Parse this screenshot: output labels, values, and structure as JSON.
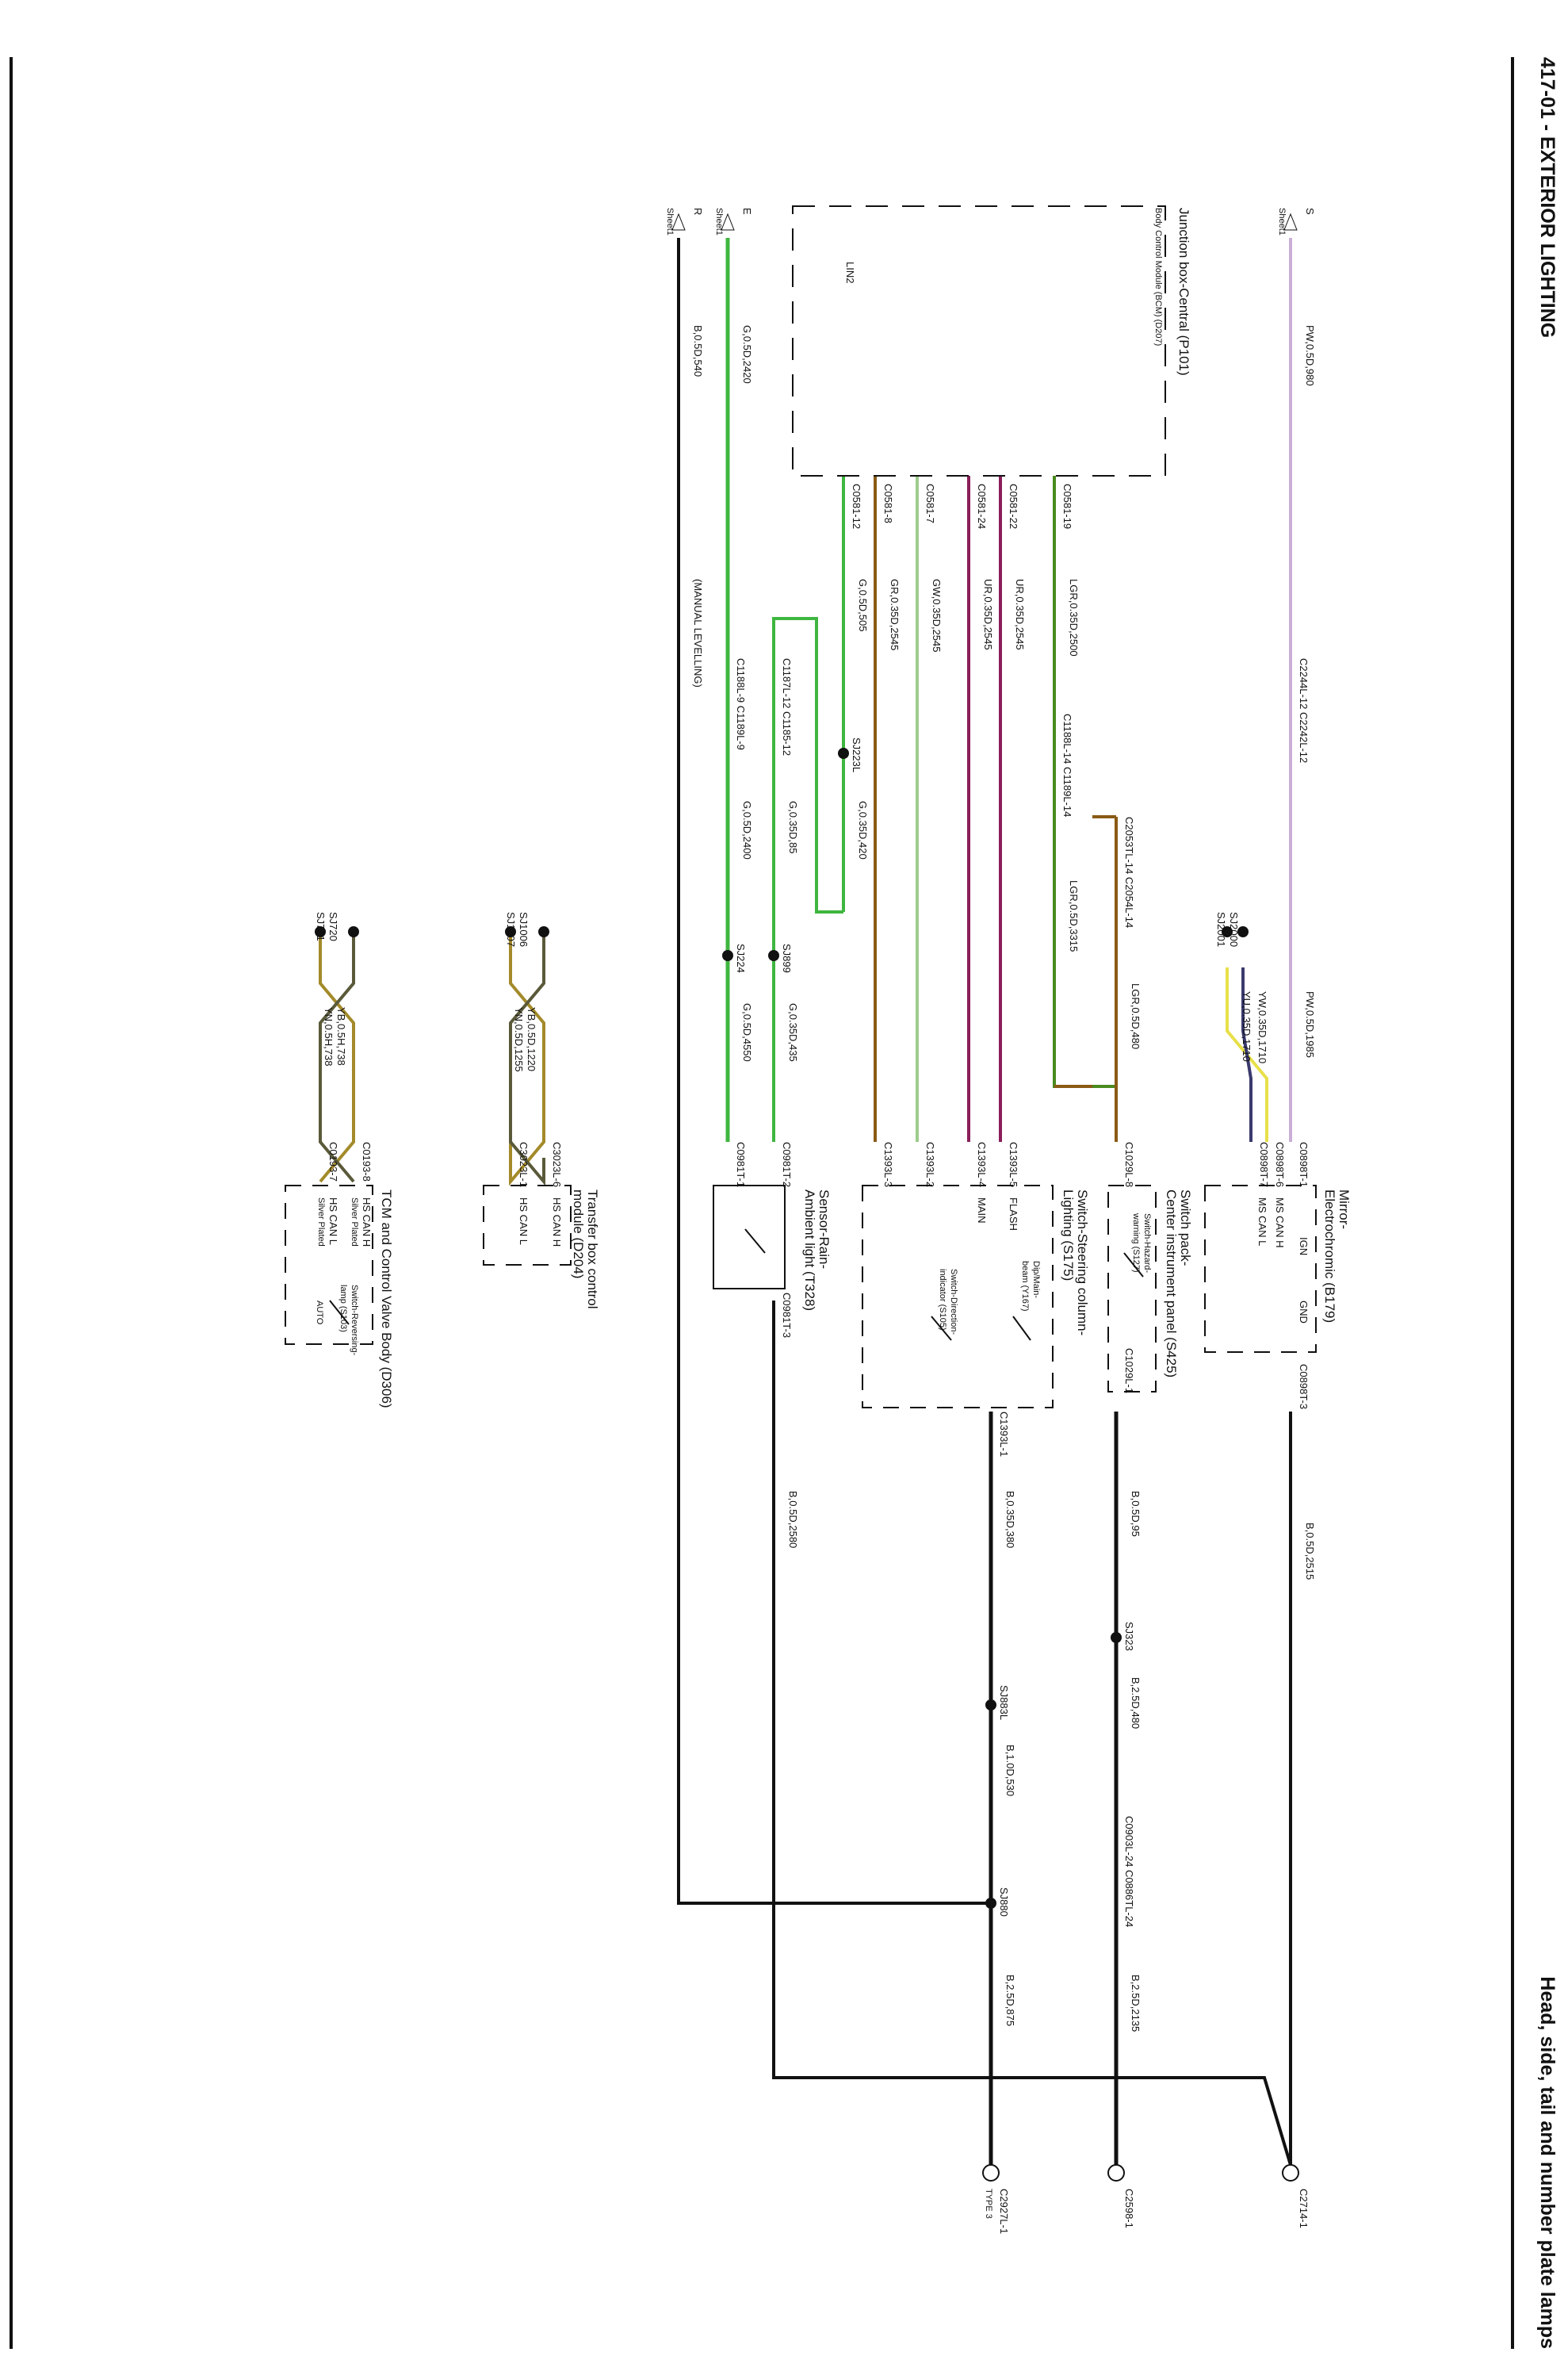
{
  "header": {
    "section": "417-01 - EXTERIOR LIGHTING",
    "subtitle": "Head, side, tail and number plate lamps"
  },
  "components": {
    "junction_box": "Junction box-Central (P101)",
    "bcm": "Body Control Module (BCM) (D207)",
    "lin2": "LIN2",
    "mirror_l1": "Mirror-",
    "mirror_l2": "Electrochromic (B179)",
    "mirror_ign": "IGN",
    "mirror_gnd": "GND",
    "mirror_mscanh": "MS CAN H",
    "mirror_mscanl": "MS CAN L",
    "switchpack_l1": "Switch pack-",
    "switchpack_l2": "Center instrument panel (S425)",
    "hazard_l1": "Switch-Hazard-",
    "hazard_l2": "warning (S127)",
    "steering_l1": "Switch-Steering column-",
    "steering_l2": "Lighting (S175)",
    "flash": "FLASH",
    "main": "MAIN",
    "dipmain_l1": "Dip/Main-",
    "dipmain_l2": "beam (Y167)",
    "direction_l1": "Switch-Direction-",
    "direction_l2": "indicator (S105)",
    "rain_l1": "Sensor-Rain-",
    "rain_l2": "Ambient light (T328)",
    "transfer_l1": "Transfer box control",
    "transfer_l2": "module (D204)",
    "hscanh": "HS CAN H",
    "hscanl": "HS CAN L",
    "tcm": "TCM and Control Valve Body (D306)",
    "silver_plated": "Silver Plated",
    "reverse_l1": "Switch-Reversing-",
    "reverse_l2": "lamp (S103)",
    "auto": "AUTO",
    "manual_levelling": "(MANUAL LEVELLING)"
  },
  "sheet_refs": {
    "s_letter": "S",
    "e_letter": "E",
    "r_letter": "R",
    "sheet": "Sheet1"
  },
  "wires": {
    "pw_980": "PW,0.5D,980",
    "pw_1985": "PW,0.5D,1985",
    "lgr_2500": "LGR,0.35D,2500",
    "lgr_3315": "LGR,0.5D,3315",
    "lgr_480": "LGR,0.5D,480",
    "ur_2545a": "UR,0.35D,2545",
    "ur_2545b": "UR,0.35D,2545",
    "gw_2545": "GW,0.35D,2545",
    "gr_2545": "GR,0.35D,2545",
    "g_505": "G,0.5D,505",
    "g_420": "G,0.35D,420",
    "g_2420": "G,0.5D,2420",
    "g_85": "G,0.35D,85",
    "g_435": "G,0.35D,435",
    "g_2400": "G,0.5D,2400",
    "g_4550": "G,0.5D,4550",
    "b_540": "B,0.5D,540",
    "b_2515": "B,0.5D,2515",
    "b_95": "B,0.5D,95",
    "b_480": "B,2.5D,480",
    "b_2135": "B,2.5D,2135",
    "b_380": "B,0.35D,380",
    "b_530": "B,1.0D,530",
    "b_875": "B,2.5D,875",
    "b_2580": "B,0.5D,2580",
    "yu_1710": "YU,0.35D,1710",
    "yw_1710": "YW,0.35D,1710",
    "yb_1220": "YB,0.5D,1220",
    "yn_1255": "YN,0.5D,1255",
    "yb_738": "YB,0.5H,738",
    "yn_738": "YN,0.5H,738"
  },
  "connectors": {
    "c0581_19": "C0581-19",
    "c0581_22": "C0581-22",
    "c0581_24": "C0581-24",
    "c0581_7": "C0581-7",
    "c0581_8": "C0581-8",
    "c0581_12": "C0581-12",
    "c2244_12": "C2244L-12 C2242L-12",
    "c1188_14": "C1188L-14 C1189L-14",
    "c2053_14": "C2053TL-14 C2054L-14",
    "c1187_12": "C1187L-12 C1185-12",
    "c1188_9": "C1188L-9 C1189L-9",
    "sj223": "SJ223L",
    "sj899": "SJ899",
    "sj224": "SJ224",
    "sj2000": "SJ2000",
    "sj2001": "SJ2001",
    "c0898_1": "C0898T-1",
    "c0898_6": "C0898T-6",
    "c0898_7": "C0898T-7",
    "c0898_3": "C0898T-3",
    "c1029_8": "C1029L-8",
    "c1029_1": "C1029L-1",
    "c1393_5": "C1393L-5",
    "c1393_4": "C1393L-4",
    "c1393_2": "C1393L-2",
    "c1393_3": "C1393L-3",
    "c1393_1": "C1393L-1",
    "c0981_1": "C0981T-1",
    "c0981_2": "C0981T-2",
    "c0981_3": "C0981T-3",
    "sj323": "SJ323",
    "sj883": "SJ883L",
    "sj880": "SJ880",
    "c0903_24": "C0903L-24 C0886TL-24",
    "c2714_1": "C2714-1",
    "c2598_1": "C2598-1",
    "c2927_1": "C2927L-1",
    "type3": "TYPE 3",
    "sj1006": "SJ1006",
    "sj1007": "SJ1007",
    "c3023_6": "C3023L-6",
    "c3023_1": "C3023L-1",
    "sj720": "SJ720",
    "sj721": "SJ721",
    "c0193_8": "C0193-8",
    "c0193_7": "C0193-7"
  },
  "colors": {
    "pw": "#c9aed6",
    "lgr": "#4a8a1e",
    "brown": "#8a5a14",
    "ur": "#8a1e5a",
    "gw": "#9ccc8c",
    "g": "#3fb63f",
    "b": "#111111",
    "yellow": "#e8e04a",
    "navy": "#3a3a6e",
    "olive": "#a38a2a",
    "dark_olive": "#5a5a3a"
  }
}
